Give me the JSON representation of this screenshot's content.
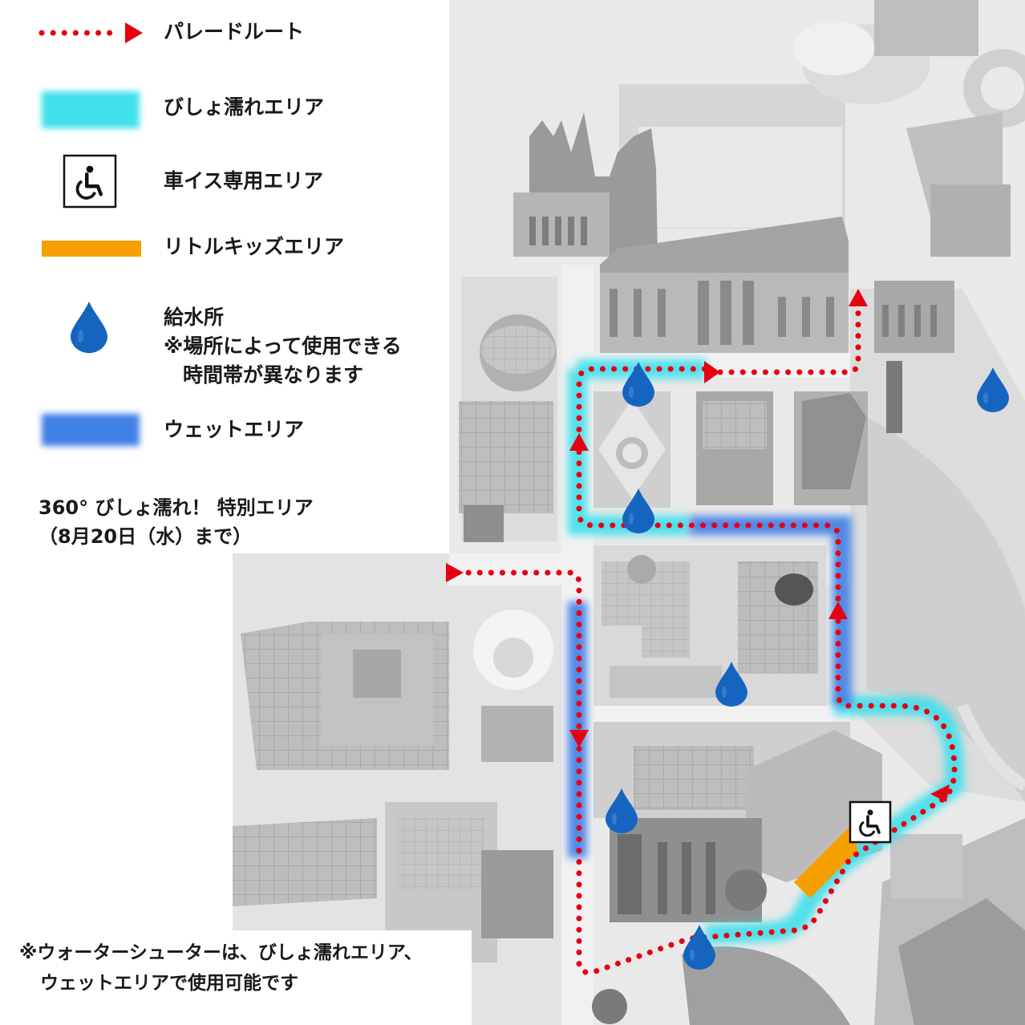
{
  "legend": {
    "parade_route": "パレードルート",
    "soaked_area": "びしょ濡れエリア",
    "wheelchair_area": "車イス専用エリア",
    "little_kids_area": "リトルキッズエリア",
    "water_station": "給水所",
    "water_note_line1": "※場所によって使用できる",
    "water_note_line2": "時間帯が異なります",
    "wet_area": "ウェットエリア",
    "special_line1": "360° びしょ濡れ！ 特別エリア",
    "special_line2": "（8月20日（水）まで）"
  },
  "footnote": {
    "line1": "※ウォーターシューターは、びしょ濡れエリア、",
    "line2": "ウェットエリアで使用可能です"
  },
  "colors": {
    "parade_red": "#e60012",
    "soaked_cyan": "#3fe0ec",
    "wet_blue": "#3f7fe6",
    "kids_orange": "#f5a000",
    "water_drop": "#1565c0",
    "map_gray": "#c9c9c9"
  },
  "icons": {
    "wheelchair": "wheelchair-icon",
    "water": "water-drop-icon",
    "arrow": "route-arrow-icon"
  }
}
